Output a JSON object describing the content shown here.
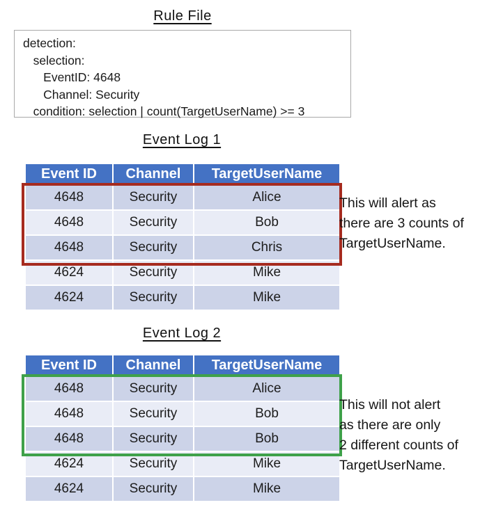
{
  "colors": {
    "header_blue": "#4472c4",
    "row_band_dark": "#ccd3e8",
    "row_band_light": "#e9ecf6",
    "alert_red": "#a62b1f",
    "no_alert_green": "#3fa14a"
  },
  "rule_file": {
    "title": "Rule File",
    "lines": [
      "detection:",
      "   selection:",
      "      EventID: 4648",
      "      Channel: Security",
      "   condition: selection | count(TargetUserName) >= 3"
    ]
  },
  "event_log_1": {
    "title": "Event Log 1",
    "columns": [
      "Event ID",
      "Channel",
      "TargetUserName"
    ],
    "rows": [
      [
        "4648",
        "Security",
        "Alice"
      ],
      [
        "4648",
        "Security",
        "Bob"
      ],
      [
        "4648",
        "Security",
        "Chris"
      ],
      [
        "4624",
        "Security",
        "Mike"
      ],
      [
        "4624",
        "Security",
        "Mike"
      ]
    ],
    "highlighted_rows": "first 3 rows (red box)",
    "annotation": "This will alert as\nthere are 3 counts of\nTargetUserName."
  },
  "event_log_2": {
    "title": "Event Log 2",
    "columns": [
      "Event ID",
      "Channel",
      "TargetUserName"
    ],
    "rows": [
      [
        "4648",
        "Security",
        "Alice"
      ],
      [
        "4648",
        "Security",
        "Bob"
      ],
      [
        "4648",
        "Security",
        "Bob"
      ],
      [
        "4624",
        "Security",
        "Mike"
      ],
      [
        "4624",
        "Security",
        "Mike"
      ]
    ],
    "highlighted_rows": "first 3 rows (green box)",
    "annotation": "This will not alert\nas there are only\n2 different counts of\nTargetUserName."
  }
}
